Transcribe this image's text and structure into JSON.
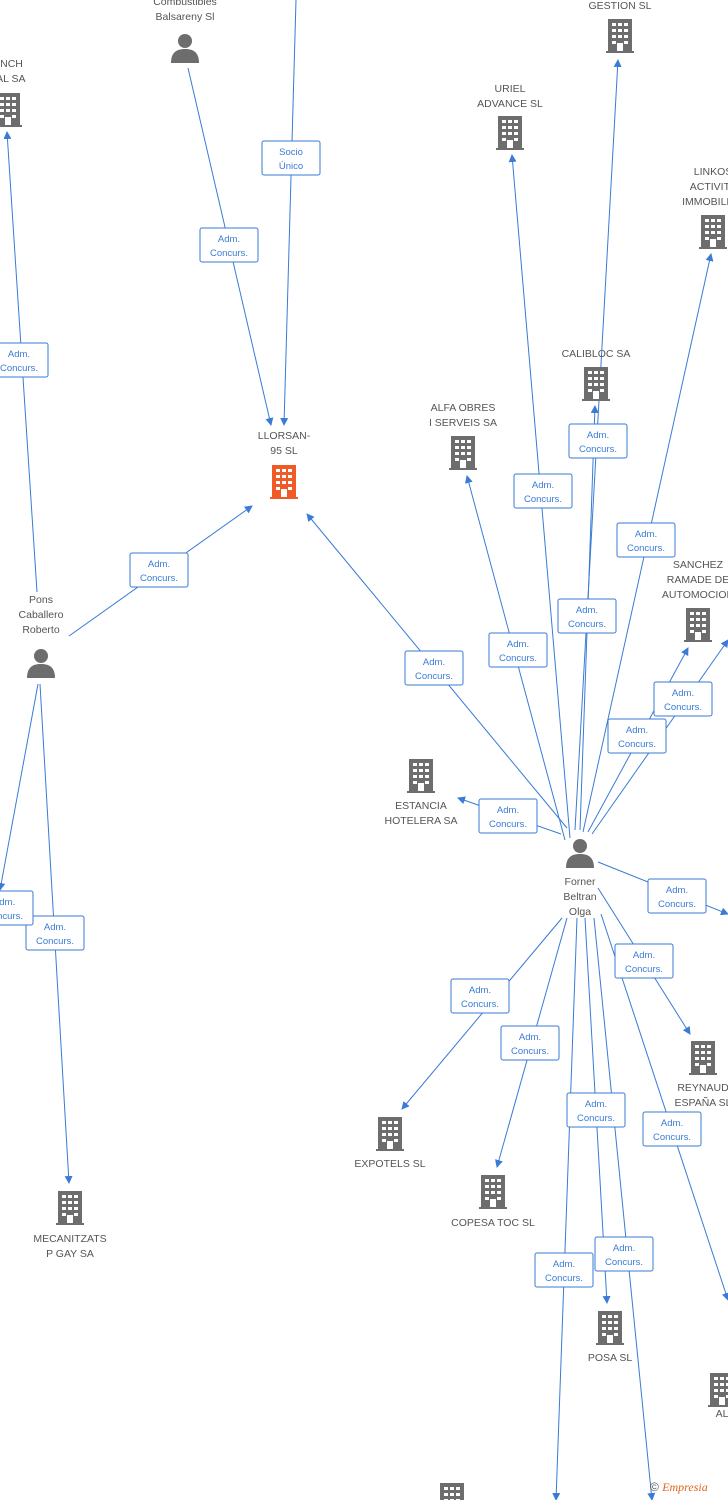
{
  "colors": {
    "edge": "#3a7bd5",
    "company": "#6d6d6d",
    "focus": "#f05a28",
    "person": "#6d6d6d",
    "label": "#555555"
  },
  "nodes": [
    {
      "id": "llorsan",
      "type": "company",
      "focus": true,
      "label": [
        "LLORSAN-",
        "95 SL"
      ]
    },
    {
      "id": "balsareny",
      "type": "person",
      "label": [
        "Combustibles",
        "Balsareny Sl"
      ]
    },
    {
      "id": "anch",
      "type": "company",
      "label": [
        "ANCH",
        "TAL SA"
      ]
    },
    {
      "id": "gestion",
      "type": "company",
      "label": [
        "GESTION SL"
      ]
    },
    {
      "id": "uriel",
      "type": "company",
      "label": [
        "URIEL",
        "ADVANCE SL"
      ]
    },
    {
      "id": "linkos",
      "type": "company",
      "label": [
        "LINKOS",
        "ACTIVITA",
        "IMMOBILIAR"
      ]
    },
    {
      "id": "calibloc",
      "type": "company",
      "label": [
        "CALIBLOC SA"
      ]
    },
    {
      "id": "alfa",
      "type": "company",
      "label": [
        "ALFA OBRES",
        "I SERVEIS SA"
      ]
    },
    {
      "id": "sanchez",
      "type": "company",
      "label": [
        "SANCHEZ",
        "RAMADE DE",
        "AUTOMOCION"
      ]
    },
    {
      "id": "pons",
      "type": "person",
      "label": [
        "Pons",
        "Caballero",
        "Roberto"
      ]
    },
    {
      "id": "estancia",
      "type": "company",
      "label": [
        "ESTANCIA",
        "HOTELERA SA"
      ]
    },
    {
      "id": "forner",
      "type": "person",
      "label": [
        "Forner",
        "Beltran",
        "Olga"
      ]
    },
    {
      "id": "reynaud",
      "type": "company",
      "label": [
        "REYNAUD",
        "ESPAÑA SL"
      ]
    },
    {
      "id": "expotels",
      "type": "company",
      "label": [
        "EXPOTELS SL"
      ]
    },
    {
      "id": "copesa",
      "type": "company",
      "label": [
        "COPESA TOC SL"
      ]
    },
    {
      "id": "mecanitzats",
      "type": "company",
      "label": [
        "MECANITZATS",
        "P GAY SA"
      ]
    },
    {
      "id": "posa",
      "type": "company",
      "label": [
        "POSA SL"
      ]
    },
    {
      "id": "al",
      "type": "company",
      "label": [
        "AL"
      ]
    },
    {
      "id": "bottom",
      "type": "company",
      "label": []
    }
  ],
  "edges": [
    {
      "label": [
        "Socio",
        "Único"
      ]
    },
    {
      "label": [
        "Adm.",
        "Concurs."
      ]
    },
    {
      "label": [
        "Adm.",
        "Concurs."
      ]
    },
    {
      "label": [
        "Adm.",
        "Concurs."
      ]
    },
    {
      "label": [
        "Adm.",
        "Concurs."
      ]
    },
    {
      "label": [
        "Adm.",
        "Concurs."
      ]
    },
    {
      "label": [
        "Adm.",
        "Concurs."
      ]
    },
    {
      "label": [
        "Adm.",
        "Concurs."
      ]
    },
    {
      "label": [
        "Adm.",
        "Concurs."
      ]
    },
    {
      "label": [
        "Adm.",
        "Concurs."
      ]
    },
    {
      "label": [
        "Adm.",
        "Concurs."
      ]
    },
    {
      "label": [
        "Adm.",
        "Concurs."
      ]
    },
    {
      "label": [
        "Adm.",
        "Concurs."
      ]
    },
    {
      "label": [
        "Adm.",
        "Concurs."
      ]
    },
    {
      "label": [
        "Adm.",
        "Concurs."
      ]
    },
    {
      "label": [
        "Adm.",
        "Concurs."
      ]
    },
    {
      "label": [
        "Adm.",
        "Concurs."
      ]
    },
    {
      "label": [
        "Adm.",
        "Concurs."
      ]
    },
    {
      "label": [
        "Adm.",
        "Concurs."
      ]
    },
    {
      "label": [
        "Adm.",
        "Concurs."
      ]
    },
    {
      "label": [
        "Adm.",
        "Concurs."
      ]
    },
    {
      "label": [
        "Adm.",
        "Concurs."
      ]
    },
    {
      "label": [
        "Adm.",
        "Concurs."
      ]
    }
  ],
  "copyright": {
    "symbol": "©",
    "brand": "Empresia"
  }
}
